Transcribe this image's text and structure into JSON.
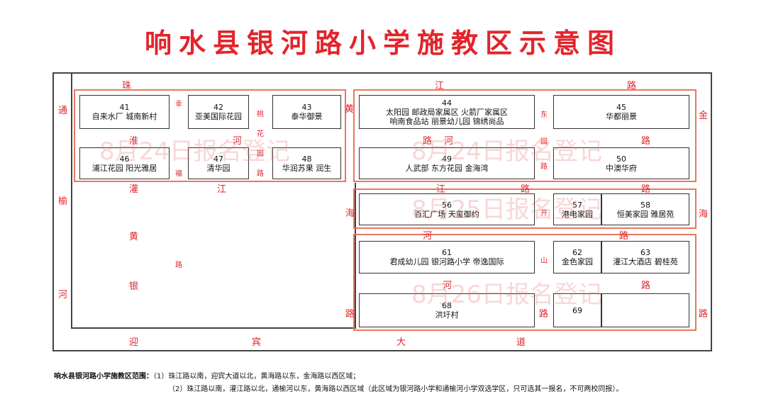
{
  "title": "响水县银河路小学施教区示意图",
  "blocks": [
    {
      "id": "41",
      "name": "自来水厂    城南新村"
    },
    {
      "id": "42",
      "name": "亚美国际花园"
    },
    {
      "id": "43",
      "name": "泰华御景"
    },
    {
      "id": "44",
      "name": "太阳园    邮政局家属区  火箭厂家属区\n响南食品站    丽景幼儿园    锦绣尚品"
    },
    {
      "id": "45",
      "name": "华都丽景"
    },
    {
      "id": "46",
      "name": "浦江花园    阳光雅居"
    },
    {
      "id": "47",
      "name": "清华园"
    },
    {
      "id": "48",
      "name": "华润苏果    润生"
    },
    {
      "id": "49",
      "name": "人武部      东方花园      金海湾"
    },
    {
      "id": "50",
      "name": "中澳华府"
    },
    {
      "id": "56",
      "name": "百汇广场    天玺御约"
    },
    {
      "id": "57",
      "name": "港电家园"
    },
    {
      "id": "58",
      "name": "恒美家园    雅居苑"
    },
    {
      "id": "61",
      "name": "君成幼儿园    银河路小学    帝逸国际"
    },
    {
      "id": "62",
      "name": "金色家园"
    },
    {
      "id": "63",
      "name": "灌江大酒店    碧桂苑"
    },
    {
      "id": "68",
      "name": "洪圩村"
    },
    {
      "id": "69",
      "name": ""
    }
  ],
  "roads": {
    "zhujiang": [
      "珠",
      "江",
      "路"
    ],
    "tongyu": [
      "通",
      "榆",
      "河"
    ],
    "jinhai": [
      "金",
      "海",
      "路"
    ],
    "yingbin": [
      "迎",
      "宾",
      "大",
      "道"
    ],
    "huaihe": [
      "淮",
      "河",
      "路"
    ],
    "guanjiang": [
      "灌",
      "江",
      "江",
      "路",
      "路"
    ],
    "huanghe": [
      "河",
      "路"
    ],
    "huangyin": [
      "黄",
      "银",
      "路"
    ],
    "shenzhen": [
      "幸",
      "福"
    ],
    "taohua": [
      "桃",
      "花",
      "园",
      "路"
    ],
    "huangdong": [
      "黄",
      "东",
      "园",
      "路"
    ],
    "haikai": [
      "海",
      "开"
    ],
    "shanhe": [
      "山",
      "河",
      "路"
    ],
    "h2": [
      "路",
      "河"
    ],
    "right_hai": [
      "海"
    ]
  },
  "watermarks": [
    "8月24日报名登记",
    "8月24日报名登记",
    "8月25日报名登记",
    "8月26日报名登记"
  ],
  "footer": {
    "label": "响水县银河路小学施教区范围：",
    "line1": "（1）珠江路以南，迎宾大道以北，黄海路以东，金海路以西区域；",
    "line2": "（2）珠江路以南，灌江路以北，通榆河以东，黄海路以西区域（此区域为银河路小学和通榆河小学双选学区，只可选其一报名，不可两校同报）。"
  }
}
